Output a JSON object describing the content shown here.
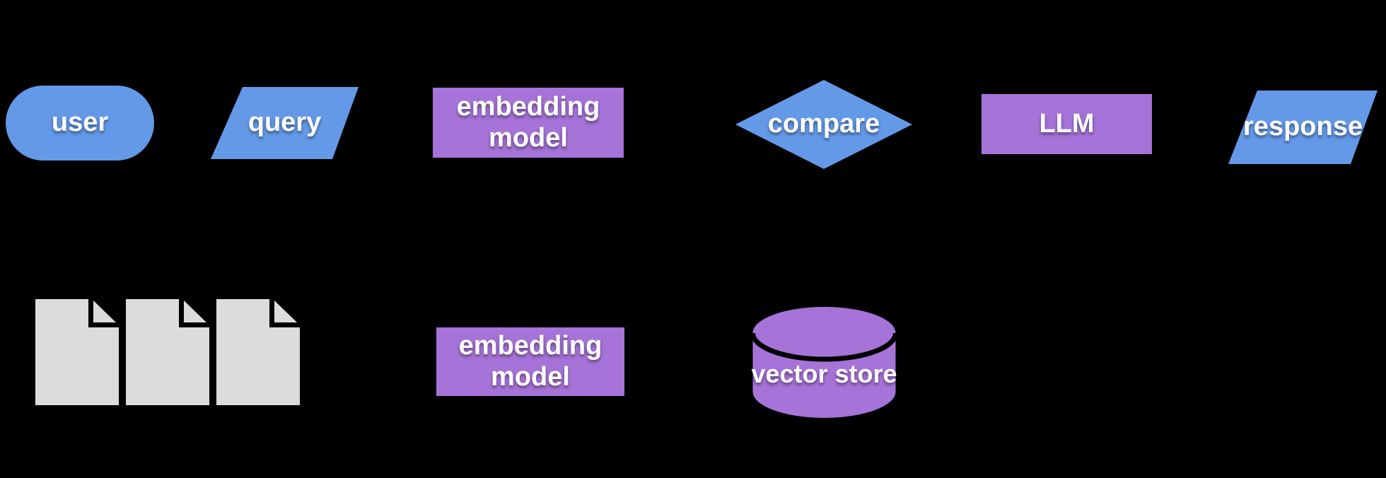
{
  "diagram": {
    "palette": {
      "background": "#000000",
      "blue": "#6499e8",
      "purple": "#a673d8",
      "document_gray": "#dcdcdc",
      "label_color": "#ffffff",
      "outline_black": "#000000"
    },
    "nodes": {
      "user": {
        "label": "user",
        "shape": "stadium",
        "color": "blue"
      },
      "query": {
        "label": "query",
        "shape": "parallelogram",
        "color": "blue"
      },
      "embedding_model_top": {
        "label": "embedding model",
        "shape": "rectangle",
        "color": "purple"
      },
      "compare": {
        "label": "compare",
        "shape": "diamond",
        "color": "blue"
      },
      "llm": {
        "label": "LLM",
        "shape": "rectangle",
        "color": "purple"
      },
      "response": {
        "label": "response",
        "shape": "parallelogram",
        "color": "blue"
      },
      "documents": {
        "shape": "document-stack",
        "document_count": 3,
        "color": "document_gray"
      },
      "embedding_model_bottom": {
        "label": "embedding model",
        "shape": "rectangle",
        "color": "purple"
      },
      "vector_store": {
        "label": "vector store",
        "shape": "cylinder",
        "color": "purple"
      }
    }
  }
}
